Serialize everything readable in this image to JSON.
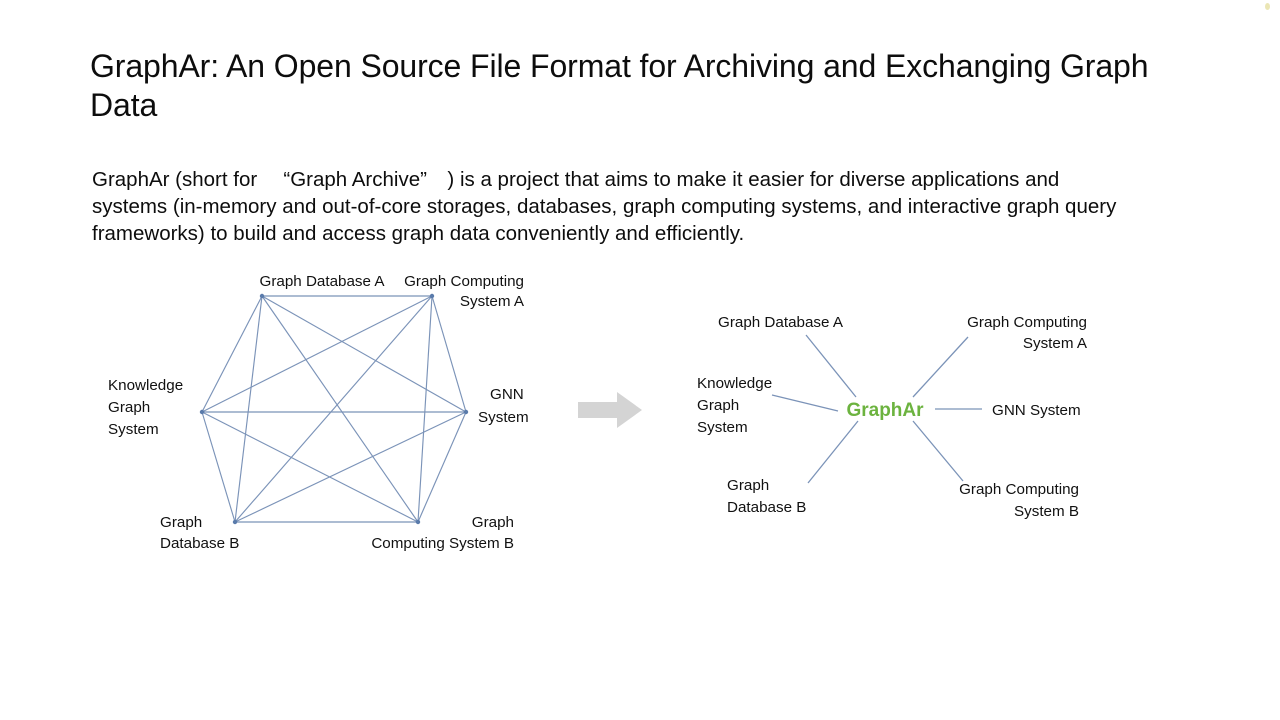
{
  "slide": {
    "title": "GraphAr: An Open Source File Format for Archiving and Exchanging Graph Data",
    "body": "GraphAr (short for 　“Graph Archive”　) is a project that aims to make it easier for diverse applications and systems (in-memory and out-of-core storages, databases, graph computing systems, and interactive graph query frameworks) to build and access graph data conveniently and efficiently.",
    "background_color": "#ffffff"
  },
  "figure": {
    "transition_arrow": {
      "name": "rightwards-arrow",
      "color": "#d4d4d4"
    },
    "left_diagram": {
      "caption": "fully connected mesh of six systems",
      "edge_color": "#7b93b8",
      "node_color": "#5a7bab",
      "nodes": [
        {
          "id": "gdb-a",
          "label_line1": "Graph Database A",
          "label_line2": ""
        },
        {
          "id": "gcs-a",
          "label_line1": "Graph Computing",
          "label_line2": "System A"
        },
        {
          "id": "gnn",
          "label_line1": "GNN",
          "label_line2": "System"
        },
        {
          "id": "gcs-b",
          "label_line1": "Graph",
          "label_line2": "Computing System B"
        },
        {
          "id": "gdb-b",
          "label_line1": "Graph",
          "label_line2": "Database B"
        },
        {
          "id": "kgs",
          "label_line1": "Knowledge",
          "label_line2": "Graph",
          "label_line3": "System"
        }
      ]
    },
    "right_diagram": {
      "caption": "star topology centered on GraphAr",
      "center_label": "GraphAr",
      "center_color": "#6cb33f",
      "edge_color": "#7b93b8",
      "nodes": [
        {
          "id": "gdb-a",
          "label_line1": "Graph Database A",
          "label_line2": ""
        },
        {
          "id": "gcs-a",
          "label_line1": "Graph Computing",
          "label_line2": "System A"
        },
        {
          "id": "gnn",
          "label_line1": "GNN System",
          "label_line2": ""
        },
        {
          "id": "gcs-b",
          "label_line1": "Graph Computing",
          "label_line2": "System B"
        },
        {
          "id": "gdb-b",
          "label_line1": "Graph",
          "label_line2": "Database B"
        },
        {
          "id": "kgs",
          "label_line1": "Knowledge",
          "label_line2": "Graph",
          "label_line3": "System"
        }
      ]
    }
  }
}
